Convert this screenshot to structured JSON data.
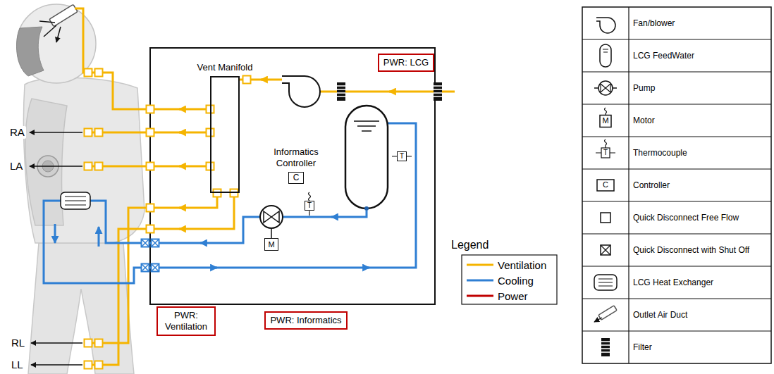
{
  "diagram": {
    "nodes": [
      {
        "text": [
          "Vent Manifold"
        ]
      },
      {
        "text": [
          "PWR: LCG"
        ]
      },
      {
        "text": [
          "Informatics Controller",
          "C"
        ]
      },
      {
        "text": [
          "T"
        ]
      },
      {
        "text": [
          "T"
        ]
      },
      {
        "text": [
          "M"
        ]
      },
      {
        "text": [
          "PWR: Ventilation"
        ]
      },
      {
        "text": [
          "PWR: Informatics"
        ]
      }
    ],
    "labels": [
      "RA",
      "LA",
      "RL",
      "LL",
      "Legend",
      "Fan/blower",
      "LCG FeedWater",
      "Pump",
      "M",
      "Motor",
      "T",
      "Thermocouple",
      "C",
      "Controller",
      "Quick Disconnect Free Flow",
      "Quick Disconnect with Shut Off",
      "LCG Heat Exchanger",
      "Outlet Air Duct",
      "Filter"
    ],
    "legend": [
      {
        "text": "Ventilation"
      },
      {
        "text": "Cooling"
      },
      {
        "text": "Power"
      }
    ]
  }
}
